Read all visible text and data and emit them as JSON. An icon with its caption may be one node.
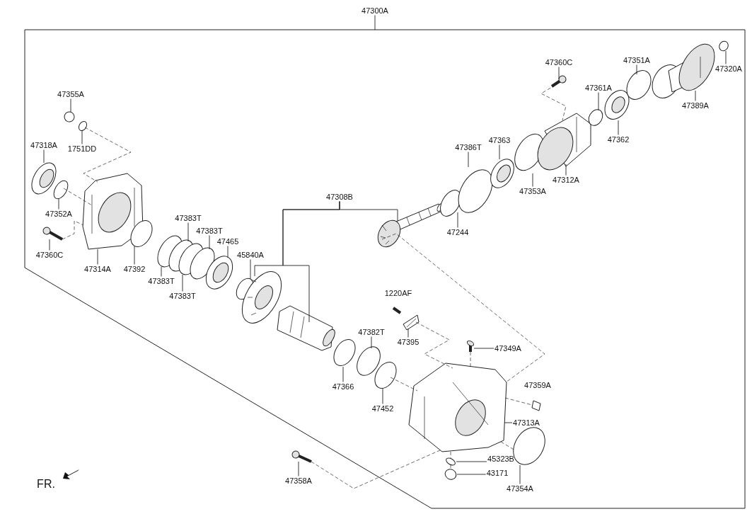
{
  "diagram": {
    "nodes": [
      {
        "text": [
          "47300A"
        ]
      },
      {
        "text": [
          "47355A"
        ]
      },
      {
        "text": [
          "1751DD"
        ]
      },
      {
        "text": [
          "47318A"
        ]
      },
      {
        "text": [
          "47352A"
        ]
      },
      {
        "text": [
          "47360C"
        ]
      },
      {
        "text": [
          "47314A"
        ]
      },
      {
        "text": [
          "47392"
        ]
      },
      {
        "text": [
          "47383T"
        ]
      },
      {
        "text": [
          "47383T"
        ]
      },
      {
        "text": [
          "47465"
        ]
      },
      {
        "text": [
          "45840A"
        ]
      },
      {
        "text": [
          "47383T"
        ]
      },
      {
        "text": [
          "47383T"
        ]
      },
      {
        "text": [
          "47308B"
        ]
      },
      {
        "text": [
          "47360C"
        ]
      },
      {
        "text": [
          "47351A"
        ]
      },
      {
        "text": [
          "47320A"
        ]
      },
      {
        "text": [
          "47361A"
        ]
      },
      {
        "text": [
          "47389A"
        ]
      },
      {
        "text": [
          "47362"
        ]
      },
      {
        "text": [
          "47386T"
        ]
      },
      {
        "text": [
          "47363"
        ]
      },
      {
        "text": [
          "47353A"
        ]
      },
      {
        "text": [
          "47312A"
        ]
      },
      {
        "text": [
          "47244"
        ]
      },
      {
        "text": [
          "47395"
        ]
      },
      {
        "text": [
          "47382T"
        ]
      },
      {
        "text": [
          "47349A"
        ]
      },
      {
        "text": [
          "47366"
        ]
      },
      {
        "text": [
          "47452"
        ]
      },
      {
        "text": [
          "47313A"
        ]
      },
      {
        "text": [
          "47358A"
        ]
      },
      {
        "text": [
          "45323B"
        ]
      },
      {
        "text": [
          "43171"
        ]
      },
      {
        "text": [
          "47354A"
        ]
      },
      {
        "text": [],
        "shape": "picture"
      },
      {
        "text": [],
        "shape": "circle"
      },
      {
        "text": [],
        "shape": "circle"
      },
      {
        "text": [],
        "shape": "circle"
      },
      {
        "text": [],
        "shape": "picture"
      },
      {
        "text": [],
        "shape": "picture"
      },
      {
        "text": [],
        "shape": "circle"
      },
      {
        "text": [],
        "shape": "circle"
      },
      {
        "text": [],
        "shape": "circle"
      },
      {
        "text": [],
        "shape": "circle"
      },
      {
        "text": [],
        "shape": "circle"
      },
      {
        "text": [],
        "shape": "picture"
      },
      {
        "text": [],
        "shape": "circle"
      },
      {
        "text": [],
        "shape": "picture"
      },
      {
        "text": [],
        "shape": "picture"
      },
      {
        "text": [],
        "shape": "circle"
      },
      {
        "text": [],
        "shape": "circle"
      },
      {
        "text": [],
        "shape": "circle"
      },
      {
        "text": [],
        "shape": "picture"
      },
      {
        "text": [],
        "shape": "picture"
      },
      {
        "text": [],
        "shape": "picture"
      },
      {
        "text": [],
        "shape": "circle"
      },
      {
        "text": [],
        "shape": "circle"
      },
      {
        "text": [],
        "shape": "circle"
      },
      {
        "text": [],
        "shape": "picture"
      },
      {
        "text": [],
        "shape": "circle"
      },
      {
        "text": [],
        "shape": "picture"
      },
      {
        "text": [],
        "shape": "picture"
      },
      {
        "text": [],
        "shape": "circle"
      },
      {
        "text": [],
        "shape": "circle"
      },
      {
        "text": [],
        "shape": "picture"
      },
      {
        "text": [],
        "shape": "picture"
      },
      {
        "text": [],
        "shape": "circle"
      },
      {
        "text": [],
        "shape": "picture"
      },
      {
        "text": [],
        "shape": "circle"
      },
      {
        "text": [],
        "shape": "picture"
      },
      {
        "text": [],
        "shape": "circle"
      },
      {
        "text": [],
        "shape": "cylinder"
      }
    ],
    "edges": [
      {
        "from": 0,
        "to": null,
        "arrow": "none"
      },
      {
        "from": 1,
        "to": 37,
        "arrow": "none"
      },
      {
        "from": 2,
        "to": 38,
        "arrow": "none"
      },
      {
        "from": 3,
        "to": 36,
        "arrow": "none"
      },
      {
        "from": 4,
        "to": 39,
        "arrow": "none"
      },
      {
        "from": 5,
        "to": 40,
        "arrow": "none"
      },
      {
        "from": 6,
        "to": 41,
        "arrow": "none"
      },
      {
        "from": 7,
        "to": 42,
        "arrow": "none"
      },
      {
        "from": 8,
        "to": 44,
        "arrow": "none"
      },
      {
        "from": 9,
        "to": 46,
        "arrow": "none"
      },
      {
        "from": 10,
        "to": 47,
        "arrow": "none"
      },
      {
        "from": 11,
        "to": 48,
        "arrow": "none"
      },
      {
        "from": 12,
        "to": 43,
        "arrow": "none"
      },
      {
        "from": 13,
        "to": 45,
        "arrow": "none"
      },
      {
        "from": 14,
        "to": 54,
        "arrow": "none"
      },
      {
        "from": 14,
        "to": 49,
        "arrow": "none"
      },
      {
        "from": 14,
        "to": 50,
        "arrow": "none"
      },
      {
        "from": 15,
        "to": 66,
        "arrow": "none"
      },
      {
        "from": 16,
        "to": 70,
        "arrow": "none"
      },
      {
        "from": 17,
        "to": 72,
        "arrow": "none"
      },
      {
        "from": 18,
        "to": 68,
        "arrow": "none"
      },
      {
        "from": 19,
        "to": 71,
        "arrow": "none"
      },
      {
        "from": 20,
        "to": 69,
        "arrow": "none"
      },
      {
        "from": 21,
        "to": 61,
        "arrow": "none"
      },
      {
        "from": 22,
        "to": 63,
        "arrow": "none"
      },
      {
        "from": 23,
        "to": 65,
        "arrow": "none"
      },
      {
        "from": 24,
        "to": 67,
        "arrow": "none"
      },
      {
        "from": 25,
        "to": 57,
        "arrow": "none"
      },
      {
        "from": 26,
        "to": 55,
        "arrow": "none"
      },
      {
        "from": 27,
        "to": 52,
        "arrow": "none"
      },
      {
        "from": 28,
        "to": 60,
        "arrow": "none"
      },
      {
        "from": 29,
        "to": 51,
        "arrow": "none"
      },
      {
        "from": 30,
        "to": 53,
        "arrow": "none"
      },
      {
        "from": 31,
        "to": 62,
        "arrow": "none"
      },
      {
        "from": 32,
        "to": 56,
        "arrow": "none"
      },
      {
        "from": 33,
        "to": 58,
        "arrow": "none"
      },
      {
        "from": 34,
        "to": 59,
        "arrow": "none"
      },
      {
        "from": 35,
        "to": 64,
        "arrow": "none"
      },
      {
        "from": 38,
        "to": 41,
        "arrow": "none",
        "style": "dashed"
      },
      {
        "from": 39,
        "to": 41,
        "arrow": "none",
        "style": "dashed"
      },
      {
        "from": 40,
        "to": 41,
        "arrow": "none",
        "style": "dashed"
      },
      {
        "from": 66,
        "to": 67,
        "arrow": "none",
        "style": "dashed"
      },
      {
        "from": 54,
        "to": 62,
        "arrow": "none",
        "style": "dashed"
      },
      {
        "from": 55,
        "to": 62,
        "arrow": "none",
        "style": "dashed"
      },
      {
        "from": 60,
        "to": 62,
        "arrow": "none",
        "style": "dashed"
      },
      {
        "from": 62,
        "to": 73,
        "arrow": "none",
        "style": "dashed"
      },
      {
        "from": 56,
        "to": 62,
        "arrow": "none",
        "style": "dashed"
      },
      {
        "from": 62,
        "to": 58,
        "arrow": "none",
        "style": "dashed"
      },
      {
        "from": 58,
        "to": 59,
        "arrow": "none",
        "style": "dashed"
      },
      {
        "from": 62,
        "to": 64,
        "arrow": "none",
        "style": "dashed"
      },
      {
        "from": 53,
        "to": 62,
        "arrow": "none",
        "style": "dashed"
      }
    ],
    "labels": [
      "1220AF",
      "47359A",
      "FR."
    ]
  }
}
